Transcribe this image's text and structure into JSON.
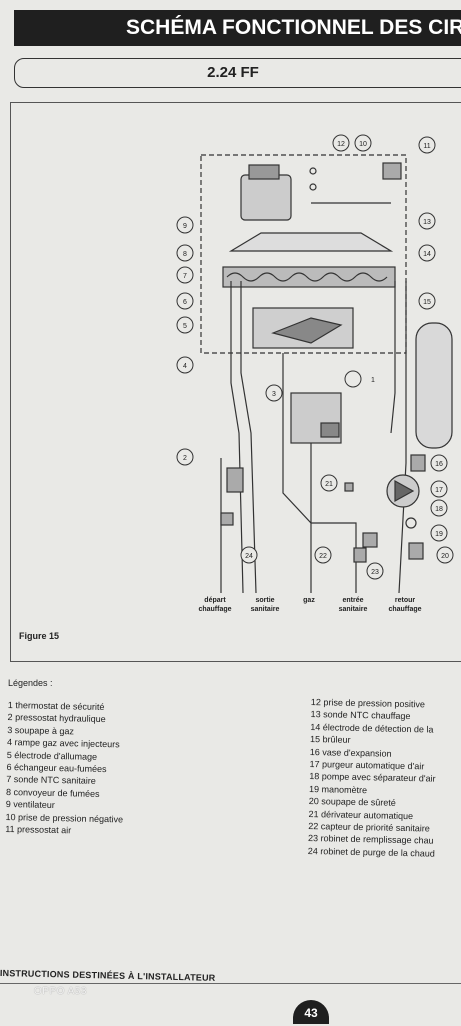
{
  "header": {
    "title": "SCHÉMA FONCTIONNEL DES CIRCU",
    "model": "2.24 FF"
  },
  "figure": {
    "label": "Figure 15",
    "callouts": [
      "1",
      "2",
      "3",
      "4",
      "5",
      "6",
      "7",
      "8",
      "9",
      "10",
      "11",
      "12",
      "13",
      "14",
      "15",
      "16",
      "17",
      "18",
      "19",
      "20",
      "21",
      "22",
      "23",
      "24"
    ],
    "connections": [
      {
        "line1": "départ",
        "line2": "chauffage"
      },
      {
        "line1": "sortie",
        "line2": "sanitaire"
      },
      {
        "line1": "gaz",
        "line2": ""
      },
      {
        "line1": "entrée",
        "line2": "sanitaire"
      },
      {
        "line1": "retour",
        "line2": "chauffage"
      }
    ]
  },
  "legend": {
    "title": "Légendes :",
    "col1": [
      "1 thermostat de sécurité",
      "2 pressostat hydraulique",
      "3 soupape à gaz",
      "4 rampe gaz avec injecteurs",
      "5 électrode d'allumage",
      "6 échangeur eau-fumées",
      "7 sonde NTC sanitaire",
      "8 convoyeur de fumées",
      "9 ventilateur",
      "10 prise de pression négative",
      "11 pressostat air"
    ],
    "col2": [
      "12 prise de pression positive",
      "13 sonde NTC chauffage",
      "14 électrode de détection de la",
      "15 brûleur",
      "16 vase d'expansion",
      "17 purgeur automatique d'air",
      "18 pompe avec séparateur d'air",
      "19 manomètre",
      "20 soupape de sûreté",
      "21 dérivateur automatique",
      "22 capteur de priorité sanitaire",
      "23 robinet de remplissage chau",
      "24 robinet de purge de la chaud"
    ]
  },
  "footer": {
    "text": "INSTRUCTIONS DESTINÉES À L'INSTALLATEUR",
    "page": "43",
    "watermark": "OPPO A53"
  }
}
